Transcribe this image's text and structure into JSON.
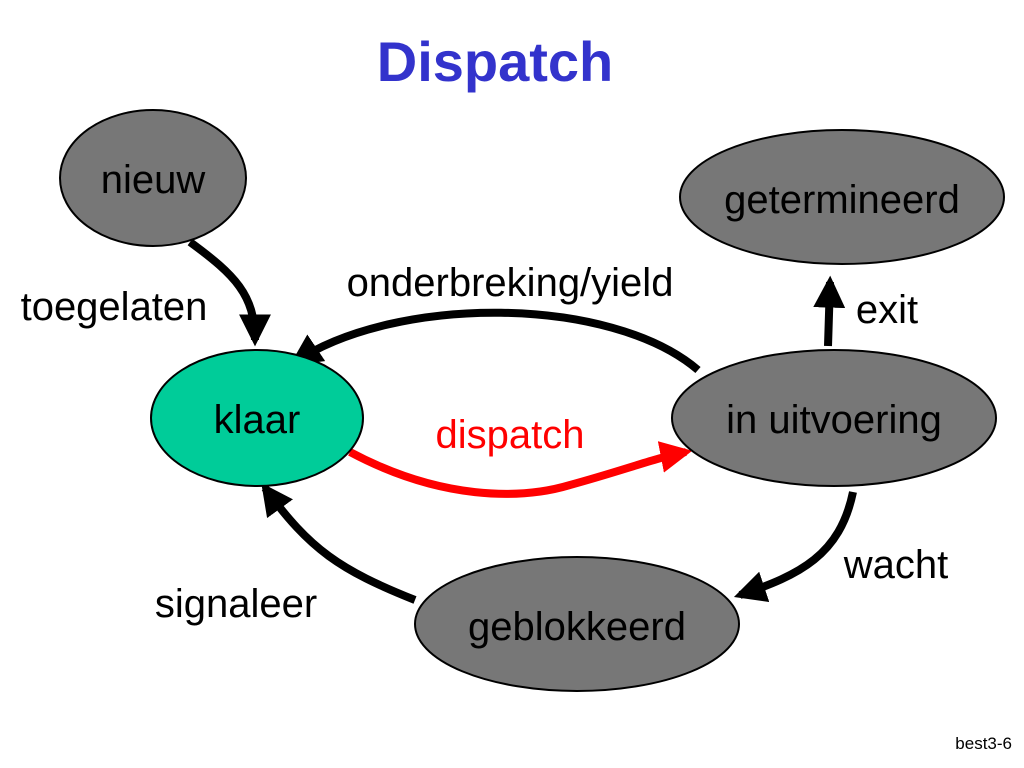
{
  "title": "Dispatch",
  "colors": {
    "title": "#3333cc",
    "node_fill": "#777777",
    "node_active_fill": "#00cc99",
    "node_stroke": "#000000",
    "edge": "#000000",
    "edge_highlight": "#ff0000"
  },
  "nodes": {
    "nieuw": "nieuw",
    "getermineerd": "getermineerd",
    "klaar": "klaar",
    "in_uitvoering": "in uitvoering",
    "geblokkeerd": "geblokkeerd"
  },
  "edges": {
    "toegelaten": "toegelaten",
    "onderbreking": "onderbreking/yield",
    "exit": "exit",
    "dispatch": "dispatch",
    "wacht": "wacht",
    "signaleer": "signaleer"
  },
  "footer": {
    "slide_id": "best3-6"
  }
}
